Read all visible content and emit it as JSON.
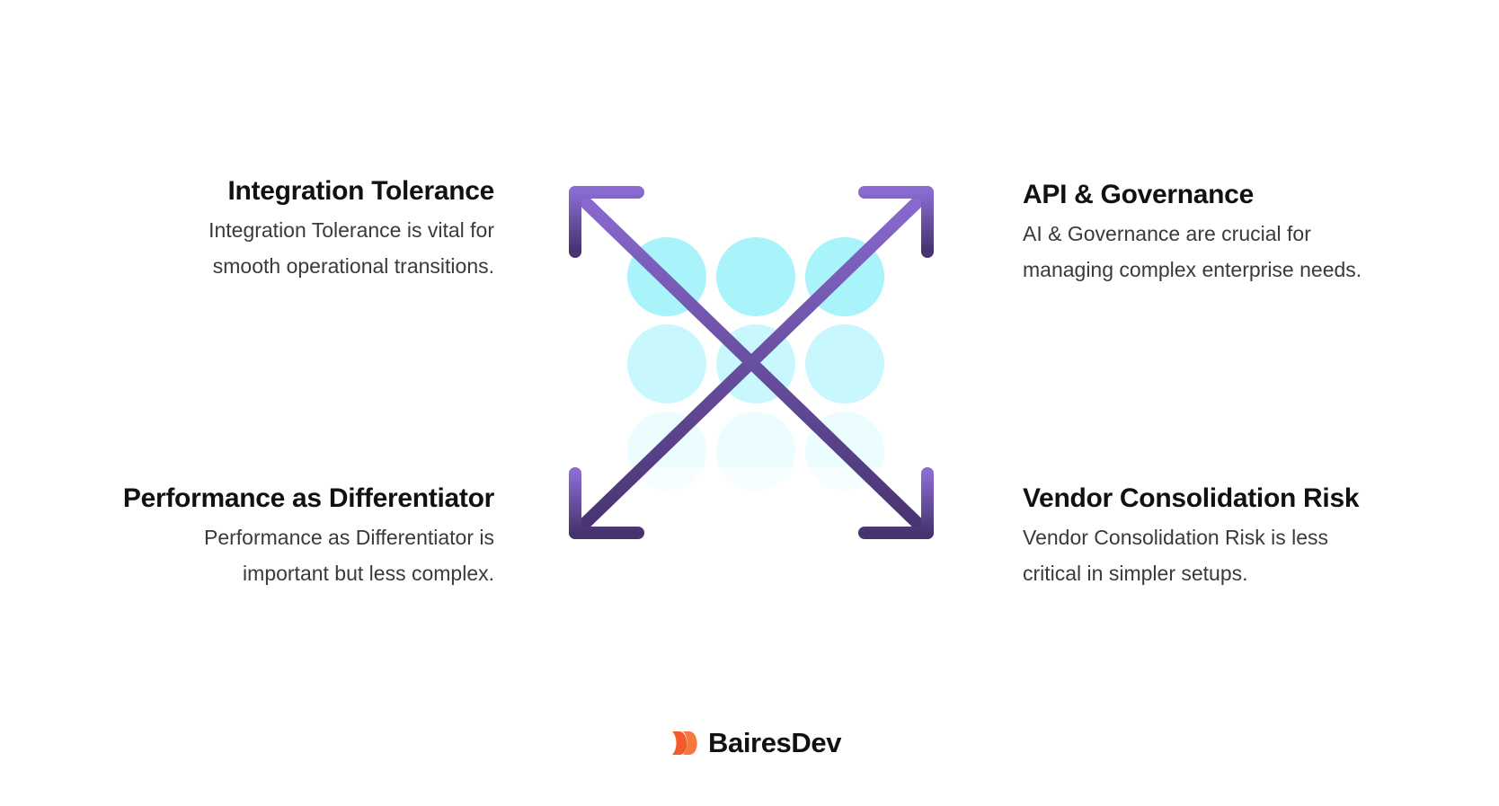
{
  "quadrants": {
    "top_left": {
      "title": "Integration Tolerance",
      "line1": "Integration Tolerance is vital for",
      "line2": "smooth operational transitions."
    },
    "top_right": {
      "title": "API & Governance",
      "line1": "AI & Governance are crucial for",
      "line2": "managing complex enterprise needs."
    },
    "bottom_left": {
      "title": "Performance as Differentiator",
      "line1": "Performance as Differentiator is",
      "line2": "important but less complex."
    },
    "bottom_right": {
      "title": "Vendor Consolidation Risk",
      "line1": "Vendor Consolidation Risk is less",
      "line2": "critical in simpler setups."
    }
  },
  "diagram": {
    "icon": "four-way-expand-arrows-icon",
    "dots_icon": "dot-grid-icon",
    "arrow_color_top": "#8a6bd1",
    "arrow_color_bottom": "#47336f",
    "dot_color": "#a9f3fb"
  },
  "brand": {
    "name": "BairesDev",
    "logo_icon": "bairesdev-logo-icon",
    "logo_color": "#f25c2b"
  }
}
